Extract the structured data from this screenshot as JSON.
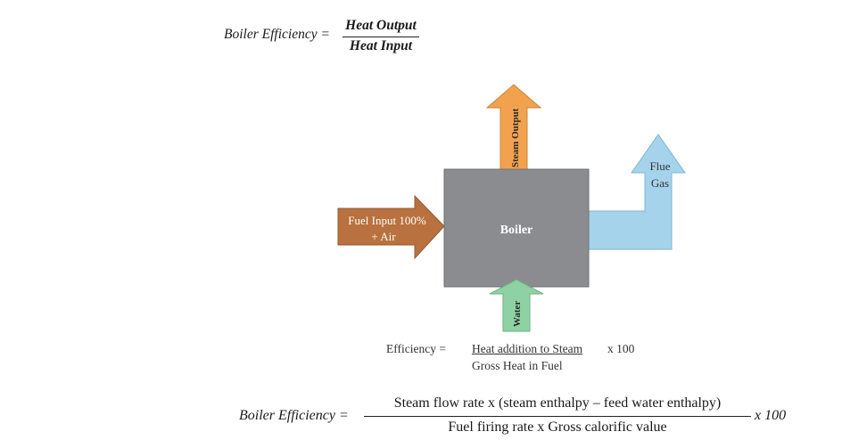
{
  "formula_top": {
    "lhs": "Boiler Efficiency =",
    "numerator": "Heat Output",
    "denominator": "Heat Input"
  },
  "diagram": {
    "steam_label": "Steam Output",
    "flue_label_line1": "Flue",
    "flue_label_line2": "Gas",
    "fuel_label_line1": "Fuel Input 100%",
    "fuel_label_line2": "+ Air",
    "boiler_label": "Boiler",
    "water_label": "Water",
    "colors": {
      "boiler": "#8a8c8f",
      "steam": "#f2a24e",
      "flue": "#a6d3ec",
      "fuel": "#b8713f",
      "water": "#8ed2a4"
    }
  },
  "formula_middle": {
    "lhs": "Efficiency =",
    "numerator": "Heat addition to Steam",
    "multiplier": "x 100",
    "denominator": "Gross Heat in Fuel"
  },
  "formula_bottom": {
    "lhs": "Boiler Efficiency =",
    "numerator": "Steam flow rate x (steam enthalpy – feed water enthalpy)",
    "denominator": "Fuel firing rate x Gross calorific value",
    "multiplier": "x 100"
  }
}
